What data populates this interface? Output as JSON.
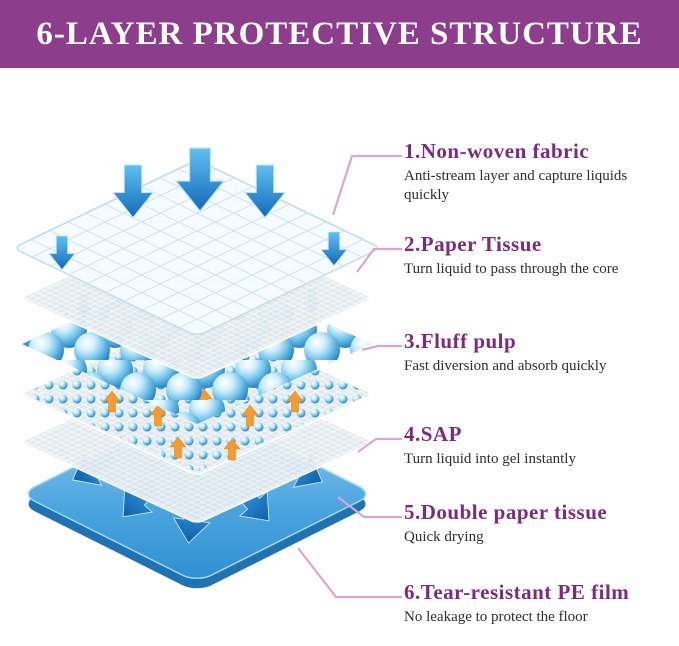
{
  "header": {
    "title": "6-LAYER PROTECTIVE STRUCTURE"
  },
  "layers": [
    {
      "label": "1.Non-woven fabric",
      "description": "Anti-stream layer and capture liquids quickly"
    },
    {
      "label": "2.Paper Tissue",
      "description": "Turn liquid to pass through the core"
    },
    {
      "label": "3.Fluff pulp",
      "description": "Fast diversion and absorb quickly"
    },
    {
      "label": "4.SAP",
      "description": "Turn liquid into gel instantly"
    },
    {
      "label": "5.Double paper tissue",
      "description": "Quick drying"
    },
    {
      "label": "6.Tear-resistant PE film",
      "description": "No leakage to protect the floor"
    }
  ],
  "colors": {
    "header_bg": "#8C3D8C",
    "label_purple": "#7B2A80",
    "connector_pink": "#DBA7D0",
    "arrow_blue": "#1E86D4",
    "arrow_orange": "#F59C30",
    "film_blue": "#2F8FD2"
  }
}
